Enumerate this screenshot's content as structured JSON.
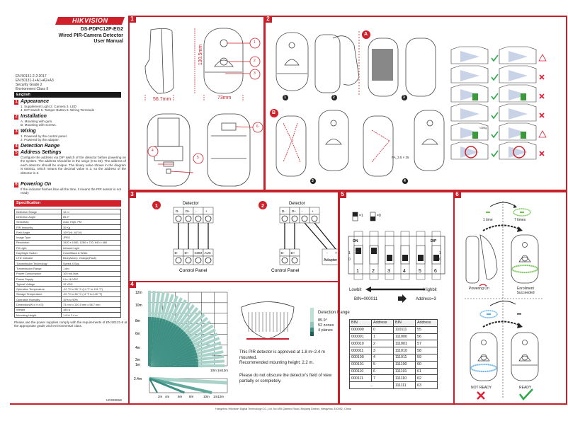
{
  "brand": {
    "logo": "HIKVISION",
    "color": "#d0202a"
  },
  "header": {
    "model": "DS-PDPC12P-EG2",
    "product": "Wired PIR-Camera Detector",
    "doc": "User Manual"
  },
  "standards": [
    "EN 50131-2-2:2017",
    "EN 50131-1+A1+A2+A3",
    "Security Grade 2",
    "Environment Class II"
  ],
  "language": "English",
  "sections": [
    {
      "num": "1",
      "title": "Appearance",
      "lines": [
        "1. Supplement Light 2. Camera 3. LED",
        "4. DIP Switch 5. Tamper Button 6. Wiring Terminals"
      ]
    },
    {
      "num": "2",
      "title": "Installation",
      "lines": [
        "A. Mounting with gum.",
        "B. Mounting with screws."
      ]
    },
    {
      "num": "3",
      "title": "Wiring",
      "lines": [
        "1. Powered by the control panel.",
        "2. Powered by the adapter."
      ]
    },
    {
      "num": "4",
      "title": "Detection Range",
      "lines": []
    },
    {
      "num": "5",
      "title": "Address Settings",
      "lines": [
        "Configure the address via DIP switch of the detector before powering on the system. The address should be in the range (0 to 63). The address of each detector should be unique. The binary value shown in the diagram is 000011, which means the decimal value is 3, so the address of the detector is 3."
      ]
    },
    {
      "num": "6",
      "title": "Powering On",
      "lines": [
        "If the indicator flashes blue all the time, it means the PIR sensor is not ready."
      ]
    }
  ],
  "specification": {
    "title": "Specification",
    "rows": [
      [
        "Detection Range",
        "12 m"
      ],
      [
        "Detection Angle",
        "85.9°"
      ],
      [
        "Sensitivity",
        "Auto, High, PM"
      ],
      [
        "PIR Immunity",
        "30 Kg"
      ],
      [
        "Field Angle",
        "109°(H), 60°(V)"
      ],
      [
        "Image Type",
        "JPEG"
      ],
      [
        "Resolution",
        "1920 x 1080, 1280 x 720, 640 x 480"
      ],
      [
        "Fill Light",
        "Infrared Light"
      ],
      [
        "Day/Night Switch",
        "Color/Black & White"
      ],
      [
        "LED Indicator",
        "Blue(Alarm), Orange(Fault)"
      ],
      [
        "Transmission Technology",
        "Speed-X Bus"
      ],
      [
        "Transmission Range",
        "1.6m"
      ],
      [
        "Power Consumption",
        "100 mA Max"
      ],
      [
        "Power Supply",
        "9 to 16 VDC"
      ],
      [
        "Typical Voltage",
        "12 VDC"
      ],
      [
        "Operation Temperature",
        "-10 °C to 55 °C (14 °F to 131 °F)"
      ],
      [
        "Storage Temperature",
        "-20 °C to 60 °C (-4 °F to 140 °F)"
      ],
      [
        "Operation Humidity",
        "10% to 90%"
      ],
      [
        "Dimension(W x H x D)",
        "73 mm x 130.5 mm x 56.7 mm"
      ],
      [
        "Weight",
        "185 g"
      ],
      [
        "Mounting Height",
        "1.8 to 2.4 m"
      ]
    ]
  },
  "power_note": "Please use the power supplies comply with the requirements of EN 50131-6 at the appropriate grade and environmental class.",
  "doc_code": "UD28855B",
  "footer": "Hangzhou Hikvision Digital Technology CO.,Ltd. No.555 Qianmo Road, Binjiang District, Hangzhou 310052, China",
  "panel1": {
    "tag": "1",
    "height": "130.5mm",
    "depth": "56.7mm",
    "width": "73mm",
    "callouts": [
      "1",
      "2",
      "3",
      "4",
      "5",
      "6"
    ]
  },
  "panel2": {
    "tag": "2",
    "labelA": "A",
    "labelB": "B",
    "steps": [
      "1",
      "2",
      "3",
      "3",
      "4"
    ],
    "screw": "PA_3.5 × 25",
    "weight_tag": "<30Kg"
  },
  "panel3": {
    "tag": "3",
    "diagrams": [
      {
        "num": "1",
        "top": "Detector",
        "terms": [
          "D-",
          "D+",
          "-",
          "+"
        ],
        "bottom_terms": [
          "D-",
          "D+",
          "COM",
          "AUX"
        ],
        "bottom": "Control Panel"
      },
      {
        "num": "2",
        "top": "Detector",
        "terms": [
          "D-",
          "D+",
          "-",
          "+"
        ],
        "bottom_terms": [
          "D-",
          "D+"
        ],
        "adapter_terms": [
          "-",
          "+"
        ],
        "adapter": "Adapter",
        "bottom": "Control Panel"
      }
    ]
  },
  "panel4": {
    "tag": "4",
    "y_ticks": [
      "12m",
      "10m",
      "8m",
      "6m",
      "4m",
      "2m",
      "1m"
    ],
    "x_ticks": "10m 1m12m",
    "side_y": "2.4m",
    "side_x": [
      "2m",
      "4m",
      "6m",
      "8m",
      "10m",
      "1m12m"
    ],
    "legend_title": "Detection Range",
    "legend": [
      "85.9°",
      "52 zones",
      "4 planes"
    ],
    "approved": "This PIR detector is approved at 1.8 m~2.4 m mounted.",
    "recommended": "Recommended mounting height: 2.2 m.",
    "warning": "Please do not obscure the detector's field of view partially or completely."
  },
  "panel5": {
    "tag": "5",
    "legend1": "=1",
    "legend0": "=0",
    "on": "ON",
    "dip": "DIP",
    "row1": "1",
    "row0": "0",
    "switches": [
      {
        "n": "1",
        "state": 1
      },
      {
        "n": "2",
        "state": 1
      },
      {
        "n": "3",
        "state": 0
      },
      {
        "n": "4",
        "state": 0
      },
      {
        "n": "5",
        "state": 0
      },
      {
        "n": "6",
        "state": 0
      }
    ],
    "lowbit": "Lowbit",
    "highbit": "Highbit",
    "bin": "BIN=000011",
    "address": "Address=3",
    "table_header": [
      "BIN",
      "Address",
      "BIN",
      "Address"
    ],
    "table": [
      [
        "000000",
        "0",
        "110111",
        "55"
      ],
      [
        "000001",
        "1",
        "111000",
        "56"
      ],
      [
        "000010",
        "2",
        "111001",
        "57"
      ],
      [
        "000011",
        "3",
        "111010",
        "58"
      ],
      [
        "000100",
        "4",
        "111011",
        "59"
      ],
      [
        "000101",
        "5",
        "111100",
        "60"
      ],
      [
        "000110",
        "6",
        "111101",
        "61"
      ],
      [
        "000111",
        "7",
        "111110",
        "62"
      ],
      [
        "...",
        "",
        "111111",
        "63"
      ]
    ]
  },
  "panel6": {
    "tag": "6",
    "once": "1 time",
    "seven": "7 times",
    "powering": "Powering On",
    "enroll": "Enrollment Succeeded",
    "not_ready": "NOT READY",
    "ready": "READY",
    "green": "#6cc24a",
    "blue": "#5aaee6"
  },
  "colors": {
    "accent": "#c8202a",
    "ok": "#2ea84a",
    "bad": "#e0213a",
    "teal": "#2f7f74"
  }
}
